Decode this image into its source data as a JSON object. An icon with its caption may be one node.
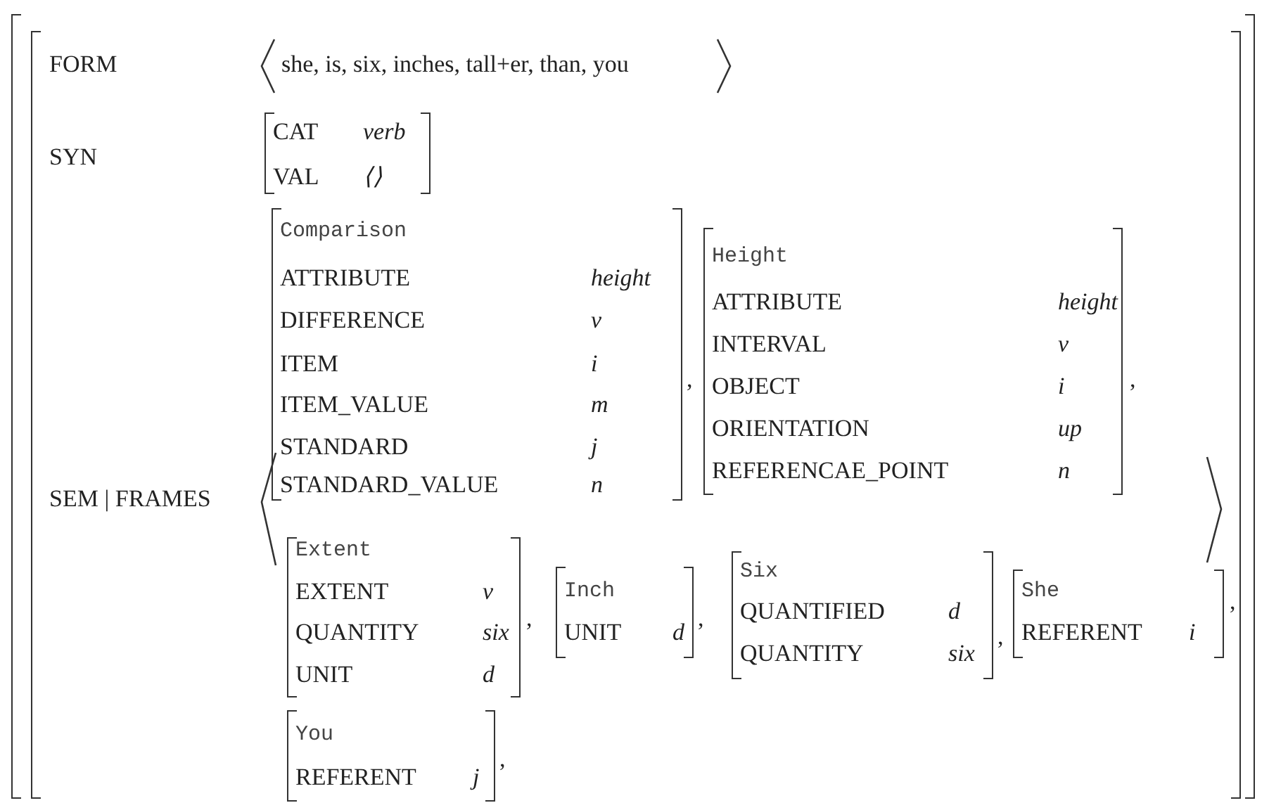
{
  "diagram": {
    "nodes": [
      {
        "text": [],
        "shape": "bracket"
      },
      {
        "text": [
          "FORM",
          "she, is, six, inches, tall+er, than, you",
          "SYN",
          "SEM | FRAMES"
        ],
        "in": 0
      },
      {
        "text": [
          "CAT",
          "verb",
          "VAL",
          "⟨⟩"
        ],
        "in": 1
      },
      {
        "text": [
          "Comparison",
          "ATTRIBUTE",
          "height",
          "DIFFERENCE",
          "v",
          "ITEM",
          "i",
          "ITEM_VALUE",
          "m",
          "STANDARD",
          "j",
          "STANDARD_VALUE",
          "n"
        ],
        "in": 1,
        "beside": [
          ","
        ]
      },
      {
        "text": [
          "Height",
          "ATTRIBUTE",
          "height",
          "INTERVAL",
          "v",
          "OBJECT",
          "i",
          "ORIENTATION",
          "up",
          "REFERENCAE_POINT",
          "n"
        ],
        "in": 1,
        "beside": [
          ","
        ]
      },
      {
        "text": [
          "Extent",
          "EXTENT",
          "v",
          "QUANTITY",
          "six",
          "UNIT",
          "d"
        ],
        "in": 1,
        "beside": [
          ","
        ]
      },
      {
        "text": [
          "Inch",
          "UNIT",
          "d"
        ],
        "in": 1,
        "beside": [
          ","
        ]
      },
      {
        "text": [
          "Six",
          "QUANTIFIED",
          "d",
          "QUANTITY",
          "six"
        ],
        "in": 1,
        "beside": [
          ","
        ]
      },
      {
        "text": [
          "She",
          "REFERENT",
          "i"
        ],
        "in": 1,
        "beside": [
          ","
        ]
      },
      {
        "text": [
          "You",
          "REFERENT",
          "j"
        ],
        "in": 1,
        "beside": [
          ","
        ]
      }
    ]
  }
}
